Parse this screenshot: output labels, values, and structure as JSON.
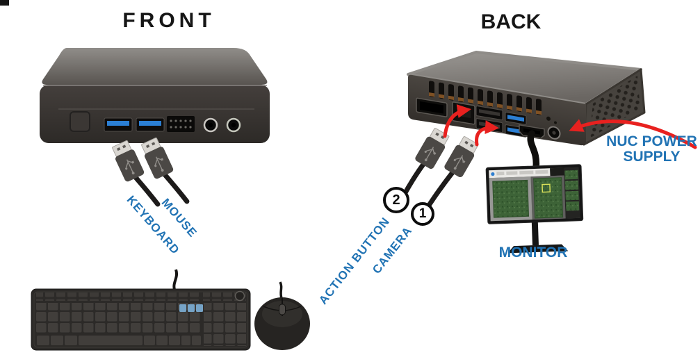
{
  "diagram": {
    "front": {
      "title": "FRONT",
      "cables": [
        {
          "label": "KEYBOARD"
        },
        {
          "label": "MOUSE"
        }
      ]
    },
    "back": {
      "title": "BACK",
      "connections": [
        {
          "number": "2",
          "label": "ACTION BUTTON"
        },
        {
          "number": "1",
          "label": "CAMERA"
        }
      ],
      "monitor_label": "MONITOR",
      "power_label": "NUC POWER SUPPLY"
    },
    "colors": {
      "label_blue": "#2173b4",
      "arrow_red": "#e8211f",
      "usb_port_blue": "#2b7fd4"
    }
  }
}
